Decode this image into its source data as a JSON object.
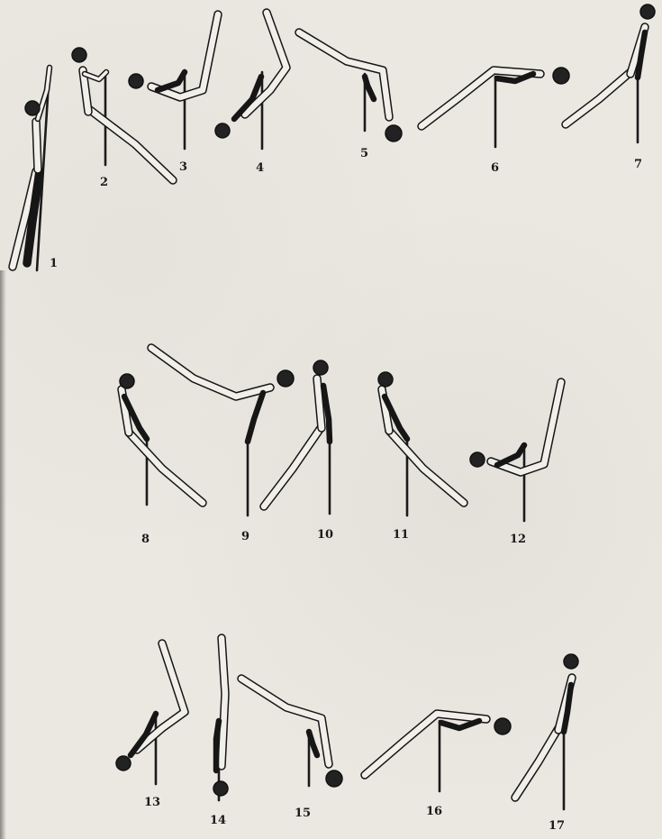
{
  "figures": [
    {
      "label": "1"
    },
    {
      "label": "2"
    },
    {
      "label": "3"
    },
    {
      "label": "4"
    },
    {
      "label": "5"
    },
    {
      "label": "6"
    },
    {
      "label": "7"
    },
    {
      "label": "8"
    },
    {
      "label": "9"
    },
    {
      "label": "10"
    },
    {
      "label": "11"
    },
    {
      "label": "12"
    },
    {
      "label": "13"
    },
    {
      "label": "14"
    },
    {
      "label": "15"
    },
    {
      "label": "16"
    },
    {
      "label": "17"
    }
  ]
}
